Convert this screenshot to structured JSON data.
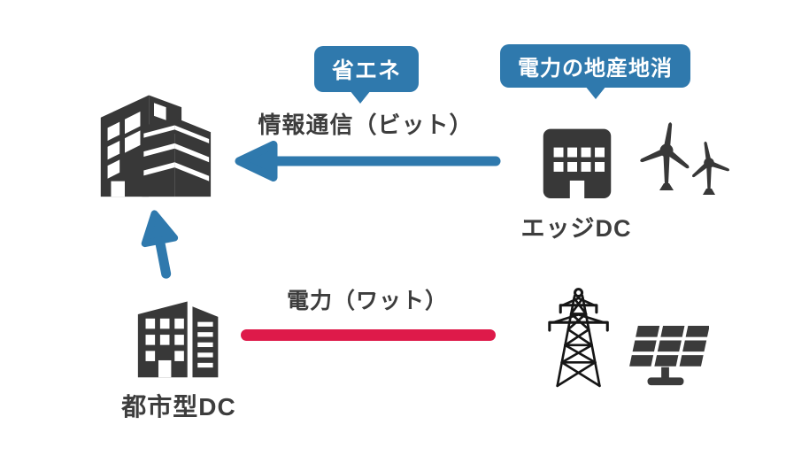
{
  "badges": {
    "energy_saving": "省エネ",
    "local_power": "電力の地産地消"
  },
  "flows": {
    "bits": {
      "label": "情報通信（ビット）",
      "color": "#2f79ad",
      "direction": "right-to-left"
    },
    "watts": {
      "label": "電力（ワット）",
      "color": "#de1a4a"
    },
    "urban_to_city": {
      "color": "#2f79ad",
      "direction": "up"
    }
  },
  "nodes": {
    "city_building": {
      "icon": "city-building-icon"
    },
    "edge_dc": {
      "label": "エッジDC",
      "icons": [
        "office-building-icon",
        "wind-turbines-icon"
      ]
    },
    "urban_dc": {
      "label": "都市型DC",
      "icon": "twin-buildings-icon"
    },
    "power_sources": {
      "icons": [
        "transmission-tower-icon",
        "solar-panel-icon"
      ]
    }
  },
  "colors": {
    "blue": "#2f79ad",
    "red": "#de1a4a",
    "icon_dark": "#383838",
    "tower_black": "#161616",
    "text": "#3d3d3d",
    "background": "#ffffff"
  }
}
